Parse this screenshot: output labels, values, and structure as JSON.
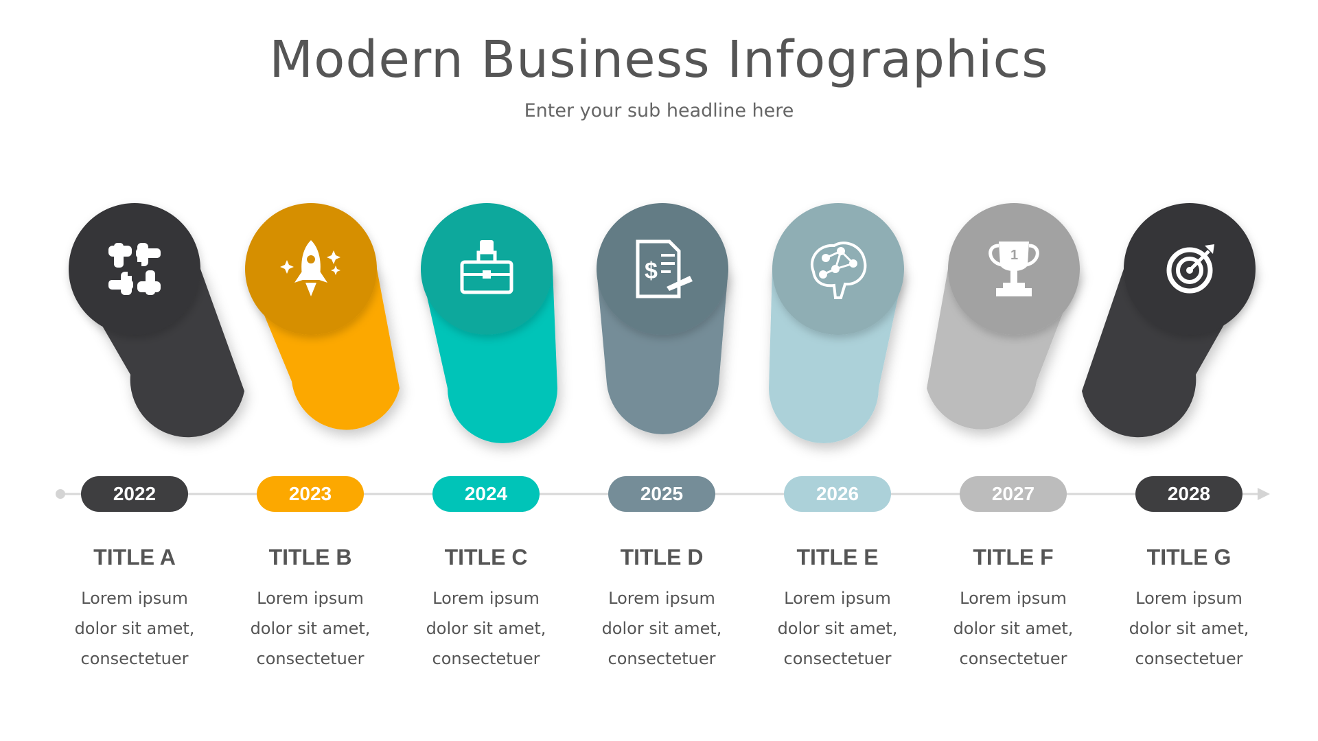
{
  "header": {
    "title": "Modern Business Infographics",
    "subtitle": "Enter your sub headline here"
  },
  "steps": [
    {
      "year": "2022",
      "title": "TITLE A",
      "desc": [
        "Lorem ipsum",
        "dolor sit amet,",
        "consectetuer"
      ],
      "icon": "teamwork-hands-icon",
      "color": "#3e3e40",
      "head_color": "#353537"
    },
    {
      "year": "2023",
      "title": "TITLE B",
      "desc": [
        "Lorem ipsum",
        "dolor sit amet,",
        "consectetuer"
      ],
      "icon": "rocket-icon",
      "color": "#fca800",
      "head_color": "#d68f06"
    },
    {
      "year": "2024",
      "title": "TITLE C",
      "desc": [
        "Lorem ipsum",
        "dolor sit amet,",
        "consectetuer"
      ],
      "icon": "briefcase-icon",
      "color": "#00c4b8",
      "head_color": "#07a89c"
    },
    {
      "year": "2025",
      "title": "TITLE D",
      "desc": [
        "Lorem ipsum",
        "dolor sit amet,",
        "consectetuer"
      ],
      "icon": "invoice-icon",
      "color": "#758d98",
      "head_color": "#647b85"
    },
    {
      "year": "2026",
      "title": "TITLE E",
      "desc": [
        "Lorem ipsum",
        "dolor sit amet,",
        "consectetuer"
      ],
      "icon": "brain-network-icon",
      "color": "#acd1d9",
      "head_color": "#8faeb4"
    },
    {
      "year": "2027",
      "title": "TITLE F",
      "desc": [
        "Lorem ipsum",
        "dolor sit amet,",
        "consectetuer"
      ],
      "icon": "trophy-icon",
      "color": "#bcbcbc",
      "head_color": "#a2a2a2"
    },
    {
      "year": "2028",
      "title": "TITLE G",
      "desc": [
        "Lorem ipsum",
        "dolor sit amet,",
        "consectetuer"
      ],
      "icon": "target-icon",
      "color": "#3e3e40",
      "head_color": "#353537"
    }
  ]
}
